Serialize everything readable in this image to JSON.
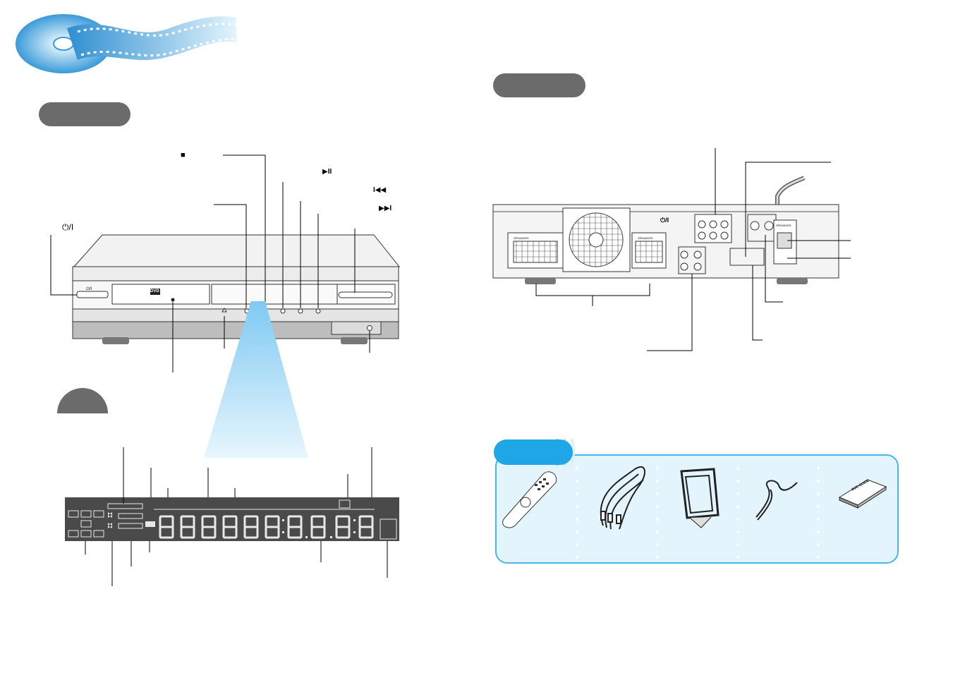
{
  "page": {
    "front_symbols": {
      "stop": "■",
      "play_pause": "▶II",
      "prev": "I◀◀",
      "next": "▶▶I",
      "power": "⏻/I"
    },
    "front_panel": {
      "power_label": "⏻/I",
      "dvd_logo": "DVD"
    },
    "rear_panel": {
      "speakers_label_1": "SPEAKERS",
      "speakers_label_2": "SPEAKERS",
      "speakers_label_3": "SPEAKERS",
      "power_label": "⏻/I"
    },
    "accessories": {
      "manual_title": "DVD GUIDE"
    },
    "colors": {
      "pill": "#6b6b6b",
      "accessory_border": "#48b6e6",
      "accessory_bg": "#e3f4fc",
      "beam": "#8fd3f4"
    }
  }
}
